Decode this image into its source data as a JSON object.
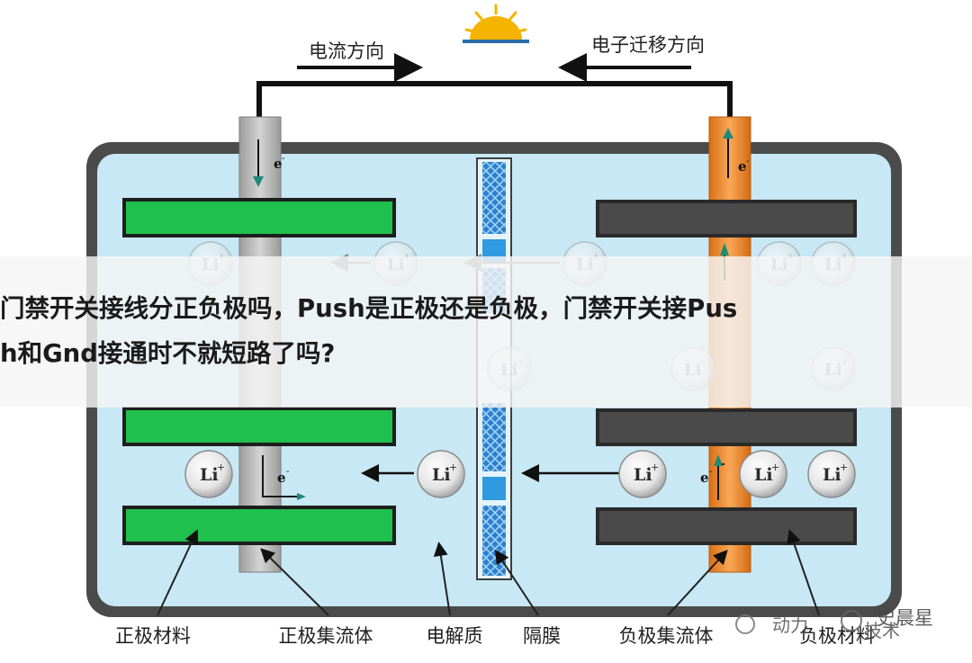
{
  "diagram": {
    "top_labels": {
      "current": "电流方向",
      "electron": "电子迁移方向"
    },
    "ion_label": "Li",
    "ion_charge": "+",
    "electron_label": "e",
    "electron_charge": "-",
    "bottom_labels": {
      "cathode_material": "正极材料",
      "cathode_collector": "正极集流体",
      "electrolyte": "电解质",
      "separator": "隔膜",
      "anode_collector": "负极集流体",
      "anode_material": "负极材料"
    },
    "colors": {
      "electrolyte": "#c7e8f4",
      "cathode_material": "#1fc04d",
      "anode_material": "#4a4a4a",
      "cathode_collector": "#b5b5b5",
      "anode_collector": "#ef8a2e",
      "separator": "#2f7fcf",
      "sun": "#f5b400"
    }
  },
  "caption": {
    "line1": "门禁开关接线分正负极吗，Push是正极还是负极，门禁开关接Pus",
    "line2": "h和Gnd接通时不就短路了吗?"
  },
  "watermark": {
    "text_a": "动力",
    "text_b": "史晨星",
    "text_c": "技术"
  }
}
